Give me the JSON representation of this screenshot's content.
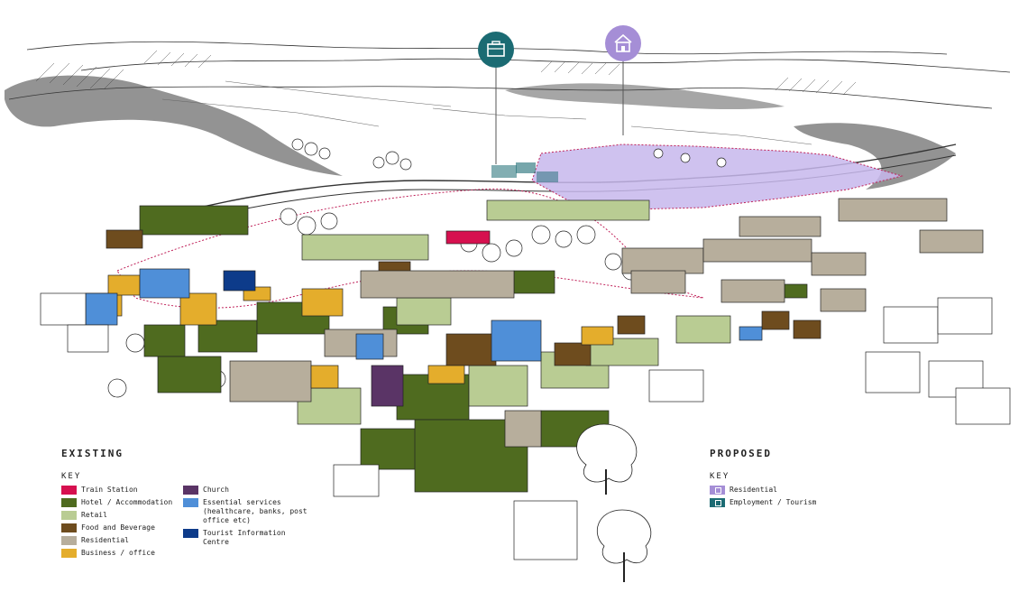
{
  "colors": {
    "train_station": "#d6104f",
    "hotel": "#4f6b1f",
    "retail": "#b9cc93",
    "food": "#6e4c1e",
    "residential": "#b7ae9c",
    "business": "#e4ad2c",
    "church": "#5a3466",
    "essential": "#4f8fd8",
    "tourist_info": "#0d3b8a",
    "proposed_residential": "#a58ed6",
    "proposed_employment": "#1b6b73"
  },
  "existing": {
    "title": "EXISTING",
    "key_label": "KEY",
    "items": [
      {
        "label": "Train Station",
        "color_key": "train_station"
      },
      {
        "label": "Hotel / Accommodation",
        "color_key": "hotel"
      },
      {
        "label": "Retail",
        "color_key": "retail"
      },
      {
        "label": "Food and Beverage",
        "color_key": "food"
      },
      {
        "label": "Residential",
        "color_key": "residential"
      },
      {
        "label": "Business / office",
        "color_key": "business"
      }
    ],
    "items2": [
      {
        "label": "Church",
        "color_key": "church"
      },
      {
        "label": "Essential services (healthcare, banks, post office etc)",
        "color_key": "essential"
      },
      {
        "label": "Tourist Information Centre",
        "color_key": "tourist_info"
      }
    ]
  },
  "proposed": {
    "title": "PROPOSED",
    "key_label": "KEY",
    "items": [
      {
        "label": "Residential",
        "color_key": "proposed_residential",
        "icon": "house-icon"
      },
      {
        "label": "Employment / Tourism",
        "color_key": "proposed_employment",
        "icon": "briefcase-icon"
      }
    ]
  },
  "pins": [
    {
      "name": "employment-tourism-pin",
      "icon": "briefcase-icon",
      "color_key": "proposed_employment"
    },
    {
      "name": "residential-pin",
      "icon": "house-icon",
      "color_key": "proposed_residential"
    }
  ]
}
